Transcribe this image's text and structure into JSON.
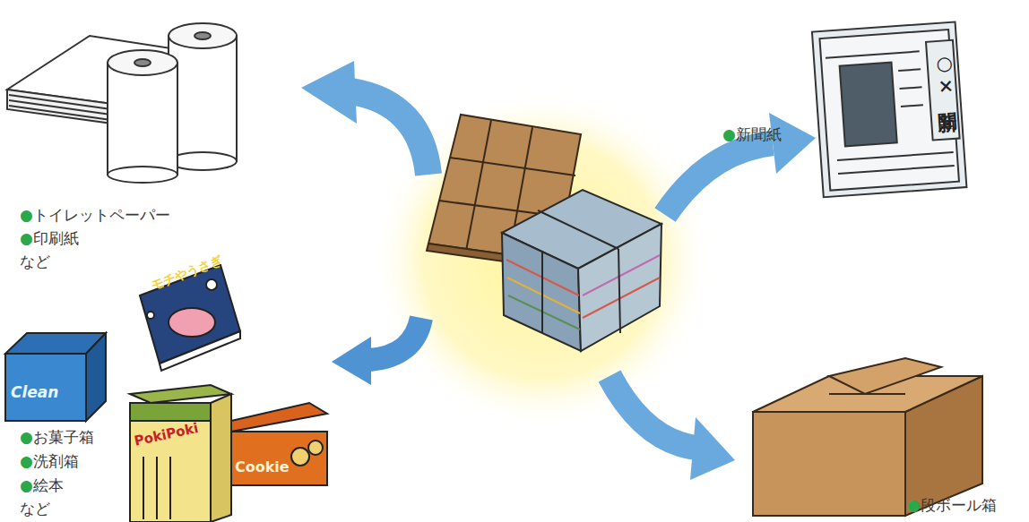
{
  "diagram": {
    "labels": [
      "●トイレットペーパー",
      "●印刷紙",
      "など",
      "●新聞紙",
      "●お菓子箱",
      "●洗剤箱",
      "●絵本",
      "など",
      "●段ボール箱",
      "○×新聞",
      "モチやうさぎ",
      "Clean",
      "PokiPoki",
      "Cookie"
    ]
  }
}
